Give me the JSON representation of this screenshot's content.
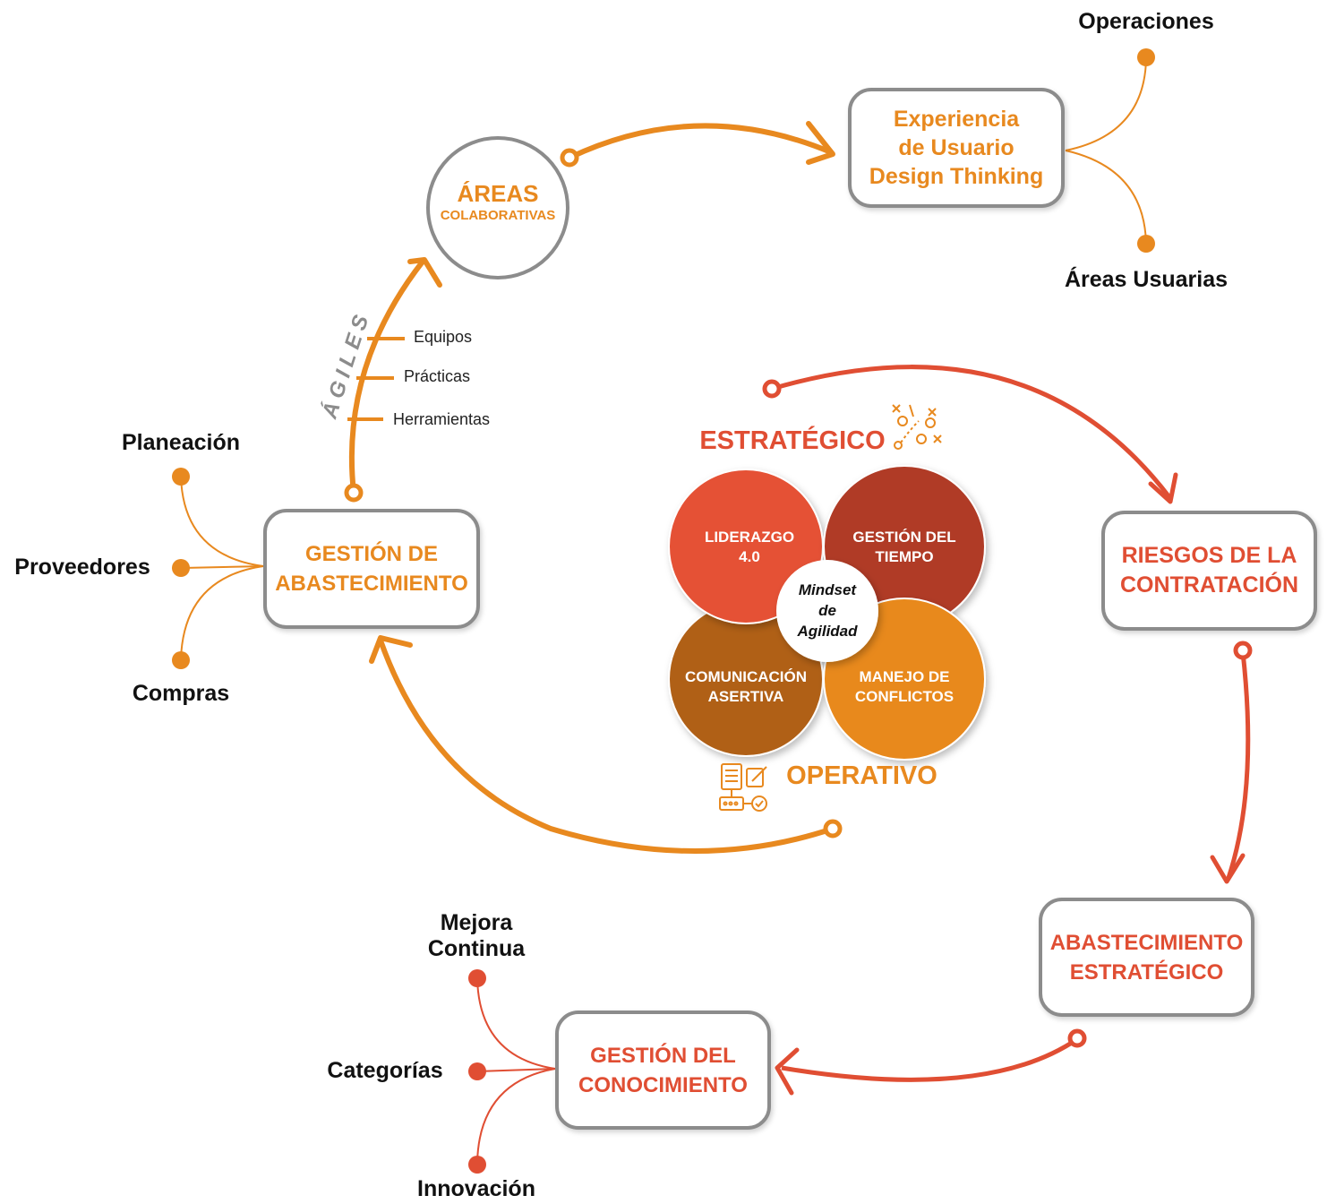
{
  "areas_colaborativas": {
    "line1": "ÁREAS",
    "line2": "COLABORATIVAS"
  },
  "experiencia": {
    "line1": "Experiencia",
    "line2": "de Usuario",
    "line3": "Design Thinking"
  },
  "operaciones": "Operaciones",
  "areas_usuarias": "Áreas Usuarias",
  "agiles": "ÁGILES",
  "agiles_items": [
    "Equipos",
    "Prácticas",
    "Herramientas"
  ],
  "planeacion": "Planeación",
  "proveedores": "Proveedores",
  "compras": "Compras",
  "gestion_abastecimiento": {
    "line1": "GESTIÓN DE",
    "line2": "ABASTECIMIENTO"
  },
  "estrategico": "ESTRATÉGICO",
  "operativo": "OPERATIVO",
  "quadrants": {
    "liderazgo": {
      "line1": "LIDERAZGO",
      "line2": "4.0"
    },
    "gestion_tiempo": {
      "line1": "GESTIÓN DEL",
      "line2": "TIEMPO"
    },
    "comunicacion": {
      "line1": "COMUNICACIÓN",
      "line2": "ASERTIVA"
    },
    "conflictos": {
      "line1": "MANEJO DE",
      "line2": "CONFLICTOS"
    }
  },
  "mindset": {
    "line1": "Mindset",
    "line2": "de",
    "line3": "Agilidad"
  },
  "riesgos": {
    "line1": "RIESGOS DE LA",
    "line2": "CONTRATACIÓN"
  },
  "abastecimiento_estrategico": {
    "line1": "ABASTECIMIENTO",
    "line2": "ESTRATÉGICO"
  },
  "gestion_conocimiento": {
    "line1": "GESTIÓN DEL",
    "line2": "CONOCIMIENTO"
  },
  "mejora_continua": {
    "line1": "Mejora",
    "line2": "Continua"
  },
  "categorias": "Categorías",
  "innovacion": "Innovación",
  "colors": {
    "orange": "#e8891f",
    "red": "#e04e33",
    "gray_border": "#8c8c8c",
    "liderazgo": "#e55134",
    "gestion_tiempo": "#b03a26",
    "comunicacion": "#b06018",
    "conflictos": "#e8891f"
  },
  "icons": [
    "strategy-play-icon",
    "operational-documents-icon"
  ]
}
